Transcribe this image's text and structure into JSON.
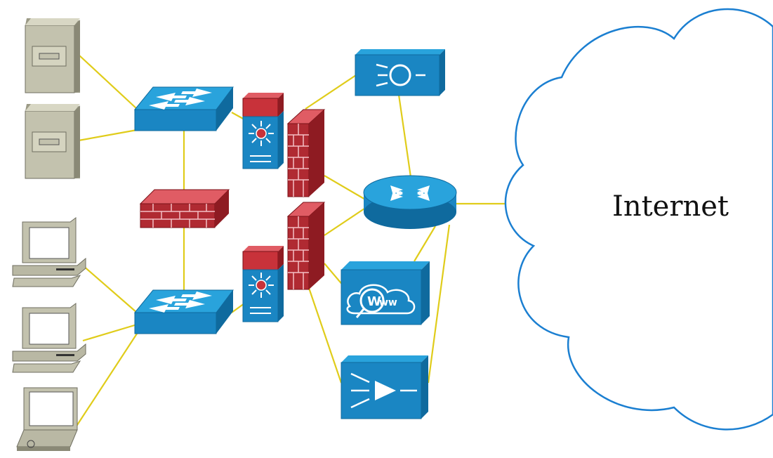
{
  "cloud": {
    "label": "Internet"
  },
  "colors": {
    "cisco_blue": "#1f8fc9",
    "cisco_blue_dark": "#0f6a9e",
    "firewall_red": "#c8323a",
    "firewall_dark": "#8e1b22",
    "server_gray": "#b9b8a4",
    "link_yellow": "#e0cc1a",
    "cloud_stroke": "#1b7fd1"
  },
  "devices": [
    {
      "name": "server",
      "icon": "server-icon"
    },
    {
      "name": "server",
      "icon": "server-icon"
    },
    {
      "name": "workstation",
      "icon": "workstation-icon"
    },
    {
      "name": "workstation",
      "icon": "workstation-icon"
    },
    {
      "name": "laptop",
      "icon": "laptop-icon"
    },
    {
      "name": "workgroup-switch",
      "icon": "switch-icon"
    },
    {
      "name": "workgroup-switch",
      "icon": "switch-icon"
    },
    {
      "name": "firewall",
      "icon": "firewall-icon"
    },
    {
      "name": "layer3-switch",
      "icon": "multilayer-switch-icon"
    },
    {
      "name": "layer3-switch",
      "icon": "multilayer-switch-icon"
    },
    {
      "name": "firewall",
      "icon": "firewall-tower-icon"
    },
    {
      "name": "firewall",
      "icon": "firewall-tower-icon"
    },
    {
      "name": "director",
      "icon": "director-icon"
    },
    {
      "name": "router",
      "icon": "router-icon"
    },
    {
      "name": "web-cache",
      "icon": "www-icon"
    },
    {
      "name": "load-balancer",
      "icon": "load-balancer-icon"
    },
    {
      "name": "internet",
      "icon": "cloud-icon"
    }
  ]
}
